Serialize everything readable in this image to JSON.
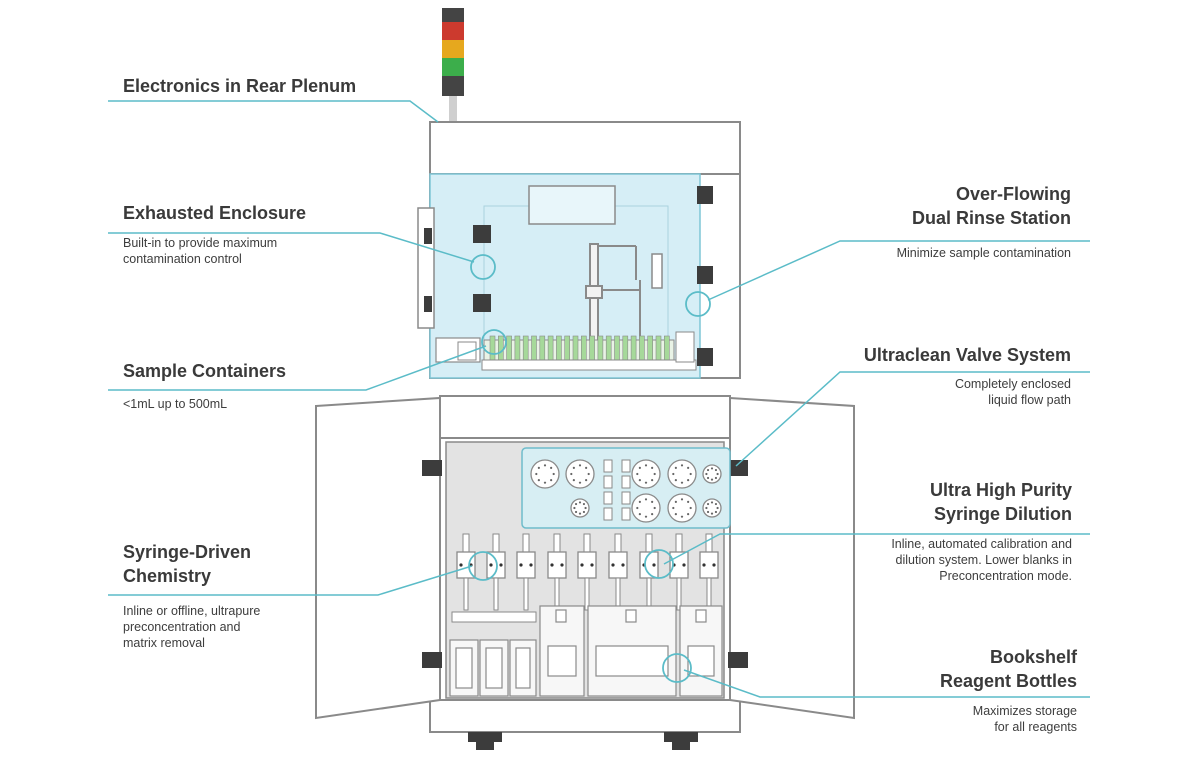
{
  "colors": {
    "leader": "#5bbcc8",
    "frame": "#8a8a8a",
    "enclosure_glass": "#d6eef6",
    "cabinet_inner": "#e3e3e3",
    "dark_block": "#3c3c3c",
    "valve_panel": "#d7eef3",
    "tray_green": "#a6d99a",
    "beacon_red": "#cc3a2e",
    "beacon_amber": "#e6a81e",
    "beacon_green": "#3cae4b"
  },
  "callouts": {
    "electronics": {
      "title": "Electronics in Rear Plenum"
    },
    "enclosure": {
      "title": "Exhausted Enclosure",
      "desc": "Built-in to provide maximum\ncontamination control"
    },
    "sample": {
      "title": "Sample Containers",
      "desc": "<1mL up to 500mL"
    },
    "syringe_driven": {
      "title": "Syringe-Driven\nChemistry",
      "desc": "Inline or offline, ultrapure\npreconcentration and\nmatrix removal"
    },
    "rinse": {
      "title": "Over-Flowing\nDual Rinse Station",
      "desc": "Minimize sample contamination"
    },
    "valve": {
      "title": "Ultraclean Valve System",
      "desc": "Completely enclosed\nliquid flow path"
    },
    "dilution": {
      "title": "Ultra High Purity\nSyringe Dilution",
      "desc": "Inline, automated calibration and\ndilution system. Lower blanks in\nPreconcentration mode."
    },
    "bookshelf": {
      "title": "Bookshelf\nReagent Bottles",
      "desc": "Maximizes storage\nfor all reagents"
    }
  }
}
